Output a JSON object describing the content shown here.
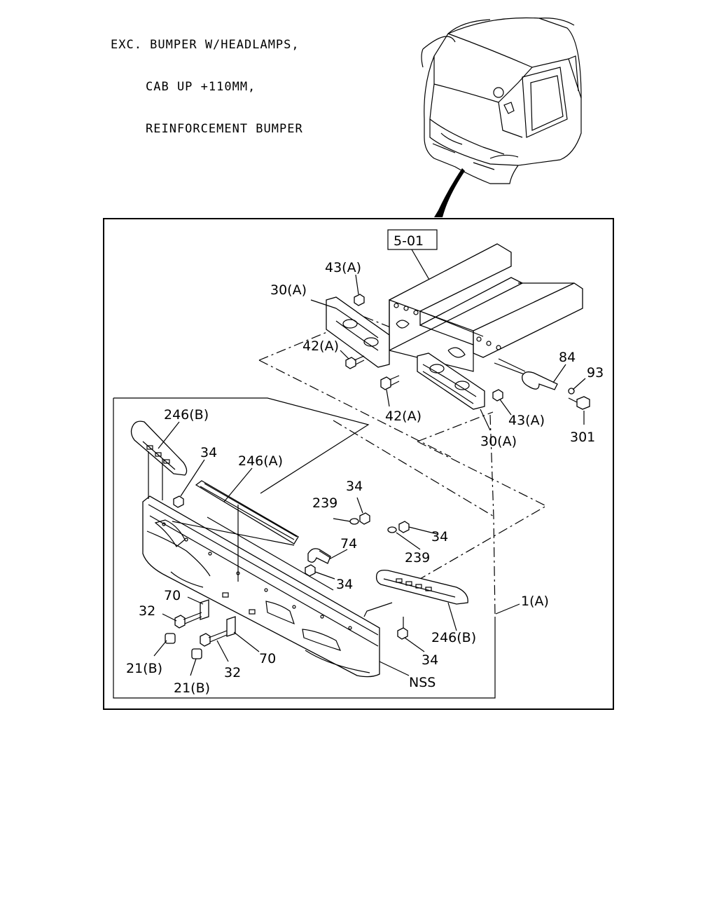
{
  "header": {
    "line1": "EXC. BUMPER W/HEADLAMPS,",
    "line2": "CAB UP +110MM,",
    "line3": "REINFORCEMENT BUMPER"
  },
  "refbox": "5-01",
  "labels": {
    "p43a_top": "43(A)",
    "p30a_top": "30(A)",
    "p42a_top": "42(A)",
    "p42a_bot": "42(A)",
    "p43a_bot": "43(A)",
    "p30a_bot": "30(A)",
    "p84": "84",
    "p93": "93",
    "p301": "301",
    "p246b_top": "246(B)",
    "p34_a": "34",
    "p246a": "246(A)",
    "p34_b": "34",
    "p239_a": "239",
    "p34_c": "34",
    "p74": "74",
    "p239_b": "239",
    "p34_d": "34",
    "p1a": "1(A)",
    "p70_a": "70",
    "p32_a": "32",
    "p21b_a": "21(B)",
    "p32_b": "32",
    "p70_b": "70",
    "p21b_b": "21(B)",
    "p246b_bot": "246(B)",
    "p34_e": "34",
    "nss": "NSS"
  }
}
